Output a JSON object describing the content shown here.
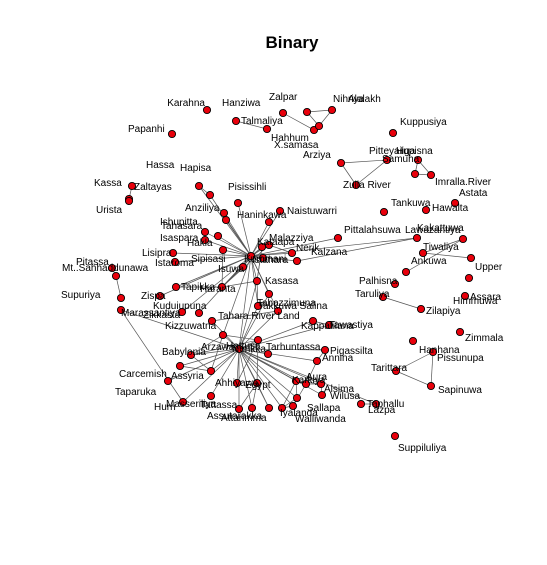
{
  "title": "Binary",
  "nodes": [
    {
      "id": "Karahna",
      "label": "Karahna"
    },
    {
      "id": "Hanziwa",
      "label": "Hanziwa"
    },
    {
      "id": "Talmaliya",
      "label": "Talmaliya"
    },
    {
      "id": "Zalpar",
      "label": "Zalpar"
    },
    {
      "id": "Nihriya",
      "label": "Nihriya"
    },
    {
      "id": "Alalakh",
      "label": "Alalakh"
    },
    {
      "id": "Hahhum",
      "label": "Hahhum"
    },
    {
      "id": "Xsamasa",
      "label": "X.samasa"
    },
    {
      "id": "Kuppusiya",
      "label": "Kuppusiya"
    },
    {
      "id": "Papanhi",
      "label": "Papanhi"
    },
    {
      "id": "Pitteyarigo",
      "label": "Pitteyaiiga"
    },
    {
      "id": "Arziya",
      "label": "Arziya"
    },
    {
      "id": "Hassa",
      "label": "Hassa"
    },
    {
      "id": "Hapisa",
      "label": "Hapisa"
    },
    {
      "id": "Hupisna",
      "label": "Hupisna"
    },
    {
      "id": "Samuha",
      "label": "Samuha"
    },
    {
      "id": "ZuluRiver",
      "label": "Zulla River"
    },
    {
      "id": "ImrallaRiver",
      "label": "Imralla.River"
    },
    {
      "id": "Kassa",
      "label": "Kassa"
    },
    {
      "id": "Zaltayas",
      "label": "Zaltayas"
    },
    {
      "id": "Urista",
      "label": "Urista"
    },
    {
      "id": "Anziliya",
      "label": "Anziliya"
    },
    {
      "id": "Pisissihli",
      "label": "Pisissihli"
    },
    {
      "id": "Naistuwarri",
      "label": "Naistuwarri"
    },
    {
      "id": "Tankuwa",
      "label": "Tankuwa"
    },
    {
      "id": "Astata",
      "label": "Astata"
    },
    {
      "id": "Hawalta",
      "label": "Hawalta"
    },
    {
      "id": "Ishupitta",
      "label": "Ishupitta"
    },
    {
      "id": "Haninkawa",
      "label": "Haninkawa"
    },
    {
      "id": "Tahasara",
      "label": "Tahasara"
    },
    {
      "id": "Isaspara",
      "label": "Isaspara"
    },
    {
      "id": "Hakla",
      "label": "Hakla"
    },
    {
      "id": "Pittalahsuwa",
      "label": "Pittalahsuwa"
    },
    {
      "id": "Kakattuwa",
      "label": "Kakattuwa"
    },
    {
      "id": "Lawazantiya",
      "label": "Lawazantiya"
    },
    {
      "id": "Kataapa",
      "label": "Kataapa"
    },
    {
      "id": "Malazziya",
      "label": "Malazziya"
    },
    {
      "id": "Sipisasi",
      "label": "Sipisasi"
    },
    {
      "id": "Kummani",
      "label": "Kummani"
    },
    {
      "id": "Nerik",
      "label": "Nerik"
    },
    {
      "id": "Tiwaliya",
      "label": "Tiwaliya"
    },
    {
      "id": "Istahara",
      "label": "Istahara"
    },
    {
      "id": "Kalzana",
      "label": "Kalzana"
    },
    {
      "id": "Lisipra",
      "label": "Lisipra"
    },
    {
      "id": "Isuwa",
      "label": "Isuwa"
    },
    {
      "id": "Pitassa",
      "label": "Pitassa"
    },
    {
      "id": "MtSahhaddunawa",
      "label": "Mt..Sahhaddunawa"
    },
    {
      "id": "Istaroma",
      "label": "Istaroma"
    },
    {
      "id": "Ankuwa",
      "label": "Ankuwa"
    },
    {
      "id": "Upper",
      "label": "Upper"
    },
    {
      "id": "Palhisna",
      "label": "Palhisna"
    },
    {
      "id": "Himmuwa",
      "label": "Himmuwa"
    },
    {
      "id": "Supuriya",
      "label": "Supuriya"
    },
    {
      "id": "Tapikka",
      "label": "Tapikka"
    },
    {
      "id": "Kasasa",
      "label": "Kasasa"
    },
    {
      "id": "Taruliya",
      "label": "Taruliya"
    },
    {
      "id": "Zispa",
      "label": "Zispa"
    },
    {
      "id": "Haranta",
      "label": "Haranta"
    },
    {
      "id": "Assara",
      "label": "Assara"
    },
    {
      "id": "Marassantiya",
      "label": "Marassantiya"
    },
    {
      "id": "Tahazzimuna",
      "label": "Tahazzimuna"
    },
    {
      "id": "Zilapiya",
      "label": "Zilapiya"
    },
    {
      "id": "Kuduiupuna",
      "label": "Kuduiupuna"
    },
    {
      "id": "Zikkasta",
      "label": "Zikkasta"
    },
    {
      "id": "TakkuwaSalina",
      "label": "Takkuwa Salina"
    },
    {
      "id": "TaharaRiver",
      "label": "Tahara.River Land"
    },
    {
      "id": "Kizzuwatna",
      "label": "Kizzuwatna"
    },
    {
      "id": "Kappatilana",
      "label": "Kappatilana"
    },
    {
      "id": "Tawastiya",
      "label": "Tawastiya"
    },
    {
      "id": "Zimmala",
      "label": "Zimmala"
    },
    {
      "id": "Arzawa",
      "label": "Arzawa"
    },
    {
      "id": "Hattusa",
      "label": "Hattusa"
    },
    {
      "id": "Babylonia",
      "label": "Babylonia"
    },
    {
      "id": "Nerikka",
      "label": "Nerikka"
    },
    {
      "id": "Tarhuntassa",
      "label": "Tarhuntassa"
    },
    {
      "id": "Hanhana",
      "label": "Hanhana"
    },
    {
      "id": "Pigassilta",
      "label": "Pigassilta"
    },
    {
      "id": "Pissunupa",
      "label": "Pissunupa"
    },
    {
      "id": "Annina",
      "label": "Annina"
    },
    {
      "id": "Carcemish",
      "label": "Carcemish"
    },
    {
      "id": "Tarittara",
      "label": "Tarittara"
    },
    {
      "id": "Assyria",
      "label": "Assyria"
    },
    {
      "id": "Ahhiyawa",
      "label": "Ahhiyawa"
    },
    {
      "id": "Egypt",
      "label": "Egypt"
    },
    {
      "id": "Karkiya",
      "label": "Karkiya"
    },
    {
      "id": "Aura",
      "label": "Aura"
    },
    {
      "id": "Sapinuwa",
      "label": "Sapinuwa"
    },
    {
      "id": "Taparuka",
      "label": "Taparuka"
    },
    {
      "id": "Masseriliya",
      "label": "Masseriliya"
    },
    {
      "id": "Alsima",
      "label": "Alsima"
    },
    {
      "id": "Wilusa",
      "label": "Wilusa"
    },
    {
      "id": "Hurri",
      "label": "Hurri"
    },
    {
      "id": "Tattassa",
      "label": "Tattassa"
    },
    {
      "id": "Sallapa",
      "label": "Sallapa"
    },
    {
      "id": "Taphallu",
      "label": "Taphallu"
    },
    {
      "id": "Lazpa",
      "label": "Lazpa"
    },
    {
      "id": "Assutarakka",
      "label": "Assutarakka"
    },
    {
      "id": "Attarimma",
      "label": "Attarimma"
    },
    {
      "id": "Iyalanda",
      "label": "Iyalanda"
    },
    {
      "id": "Walliwanda",
      "label": "Walliwanda"
    },
    {
      "id": "Suppiluliya",
      "label": "Suppiluliya"
    }
  ],
  "edges": [
    [
      "Hanziwa",
      "Talmaliya"
    ],
    [
      "Zalpar",
      "Hahhum"
    ],
    [
      "Nihriya",
      "Alalakh"
    ],
    [
      "Nihriya",
      "Xsamasa"
    ],
    [
      "Alalakh",
      "Xsamasa"
    ],
    [
      "Arziya",
      "Pitteyarigo"
    ],
    [
      "Arziya",
      "ZuluRiver"
    ],
    [
      "Pitteyarigo",
      "ZuluRiver"
    ],
    [
      "Samuha",
      "Hupisna"
    ],
    [
      "Samuha",
      "ImrallaRiver"
    ],
    [
      "Hupisna",
      "ImrallaRiver"
    ],
    [
      "Kassa",
      "Zaltayas"
    ],
    [
      "Zaltayas",
      "Urista"
    ],
    [
      "Hassa",
      "Hapisa"
    ],
    [
      "Tiwaliya",
      "Upper"
    ],
    [
      "Kakattuwa",
      "Tiwaliya"
    ],
    [
      "Ankuwa",
      "Kakattuwa"
    ],
    [
      "Pitassa",
      "MtSahhaddunawa"
    ],
    [
      "MtSahhaddunawa",
      "Supuriya"
    ],
    [
      "Taruliya",
      "Zilapiya"
    ],
    [
      "Tarittara",
      "Sapinuwa"
    ],
    [
      "Pissunupa",
      "Sapinuwa"
    ],
    [
      "Tarittara",
      "Pissunupa"
    ],
    [
      "Kummani",
      "Anziliya"
    ],
    [
      "Kummani",
      "Pisissihli"
    ],
    [
      "Kummani",
      "Naistuwarri"
    ],
    [
      "Kummani",
      "Haninkawa"
    ],
    [
      "Kummani",
      "Ishupitta"
    ],
    [
      "Kummani",
      "Tahasara"
    ],
    [
      "Kummani",
      "Isaspara"
    ],
    [
      "Kummani",
      "Hakla"
    ],
    [
      "Kummani",
      "Sipisasi"
    ],
    [
      "Kummani",
      "Kataapa"
    ],
    [
      "Kummani",
      "Malazziya"
    ],
    [
      "Kummani",
      "Nerik"
    ],
    [
      "Kummani",
      "Lawazantiya"
    ],
    [
      "Kummani",
      "Kalzana"
    ],
    [
      "Kummani",
      "Pittalahsuwa"
    ],
    [
      "Kummani",
      "Istahara"
    ],
    [
      "Kummani",
      "Lisipra"
    ],
    [
      "Kummani",
      "Isuwa"
    ],
    [
      "Kummani",
      "Istaroma"
    ],
    [
      "Kummani",
      "Tapikka"
    ],
    [
      "Kummani",
      "Haranta"
    ],
    [
      "Kummani",
      "Zispa"
    ],
    [
      "Kummani",
      "Kasasa"
    ],
    [
      "Kummani",
      "Kuduiupuna"
    ],
    [
      "Kummani",
      "Zikkasta"
    ],
    [
      "Kummani",
      "Hassa"
    ],
    [
      "Kummani",
      "Hapisa"
    ],
    [
      "Kummani",
      "TakkuwaSalina"
    ],
    [
      "Kummani",
      "Tahazzimuna"
    ],
    [
      "Kummani",
      "TaharaRiver"
    ],
    [
      "Kummani",
      "Arzawa"
    ],
    [
      "Kummani",
      "Hattusa"
    ],
    [
      "Haranta",
      "Kataapa"
    ],
    [
      "Haranta",
      "Sipisasi"
    ],
    [
      "Haranta",
      "Isuwa"
    ],
    [
      "Haranta",
      "Tapikka"
    ],
    [
      "Haranta",
      "Kasasa"
    ],
    [
      "Haranta",
      "Malazziya"
    ],
    [
      "Kasasa",
      "Kataapa"
    ],
    [
      "Nerik",
      "Malazziya"
    ],
    [
      "Lawazantiya",
      "Kalzana"
    ],
    [
      "Kataapa",
      "Kasasa"
    ],
    [
      "TakkuwaSalina",
      "Kasasa"
    ],
    [
      "Hattusa",
      "Nerikka"
    ],
    [
      "Hattusa",
      "Arzawa"
    ],
    [
      "Hattusa",
      "TaharaRiver"
    ],
    [
      "Hattusa",
      "Kizzuwatna"
    ],
    [
      "Hattusa",
      "Babylonia"
    ],
    [
      "Hattusa",
      "Assyria"
    ],
    [
      "Hattusa",
      "Carcemish"
    ],
    [
      "Hattusa",
      "Ahhiyawa"
    ],
    [
      "Hattusa",
      "Egypt"
    ],
    [
      "Hattusa",
      "Taparuka"
    ],
    [
      "Hattusa",
      "Marassantiya"
    ],
    [
      "Hattusa",
      "Masseriliya"
    ],
    [
      "Hattusa",
      "Hurri"
    ],
    [
      "Hattusa",
      "Tattassa"
    ],
    [
      "Hattusa",
      "Assutarakka"
    ],
    [
      "Hattusa",
      "Attarimma"
    ],
    [
      "Hattusa",
      "Karkiya"
    ],
    [
      "Hattusa",
      "Aura"
    ],
    [
      "Hattusa",
      "Alsima"
    ],
    [
      "Hattusa",
      "Sallapa"
    ],
    [
      "Hattusa",
      "Iyalanda"
    ],
    [
      "Hattusa",
      "Walliwanda"
    ],
    [
      "Hattusa",
      "Wilusa"
    ],
    [
      "Hattusa",
      "Lazpa"
    ],
    [
      "Hattusa",
      "Annina"
    ],
    [
      "Hattusa",
      "Pigassilta"
    ],
    [
      "Hattusa",
      "Kappatilana"
    ],
    [
      "Hattusa",
      "Tawastiya"
    ],
    [
      "Hattusa",
      "Tarhuntassa"
    ],
    [
      "Hattusa",
      "Kasasa"
    ],
    [
      "Hattusa",
      "Tahazzimuna"
    ],
    [
      "Hattusa",
      "TakkuwaSalina"
    ],
    [
      "Nerikka",
      "Arzawa"
    ],
    [
      "Nerikka",
      "Babylonia"
    ],
    [
      "Nerikka",
      "Egypt"
    ],
    [
      "Nerikka",
      "Ahhiyawa"
    ],
    [
      "Egypt",
      "Assutarakka"
    ],
    [
      "Egypt",
      "Attarimma"
    ],
    [
      "Egypt",
      "Tattassa"
    ],
    [
      "Karkiya",
      "Aura"
    ],
    [
      "Karkiya",
      "Alsima"
    ],
    [
      "Karkiya",
      "Iyalanda"
    ],
    [
      "Karkiya",
      "Sallapa"
    ],
    [
      "Aura",
      "Alsima"
    ],
    [
      "Aura",
      "Walliwanda"
    ],
    [
      "Sallapa",
      "Iyalanda"
    ],
    [
      "Sallapa",
      "Walliwanda"
    ],
    [
      "Iyalanda",
      "Walliwanda"
    ],
    [
      "Alsima",
      "Wilusa"
    ],
    [
      "Taphallu",
      "Lazpa"
    ],
    [
      "Kappatilana",
      "Tawastiya"
    ],
    [
      "Annina",
      "Pigassilta"
    ],
    [
      "Annina",
      "Aura"
    ],
    [
      "Arzawa",
      "Babylonia"
    ],
    [
      "Arzawa",
      "Assyria"
    ],
    [
      "Babylonia",
      "Assyria"
    ],
    [
      "Assyria",
      "Carcemish"
    ],
    [
      "Marassantiya",
      "Hurri"
    ],
    [
      "TaharaRiver",
      "Kizzuwatna"
    ]
  ]
}
